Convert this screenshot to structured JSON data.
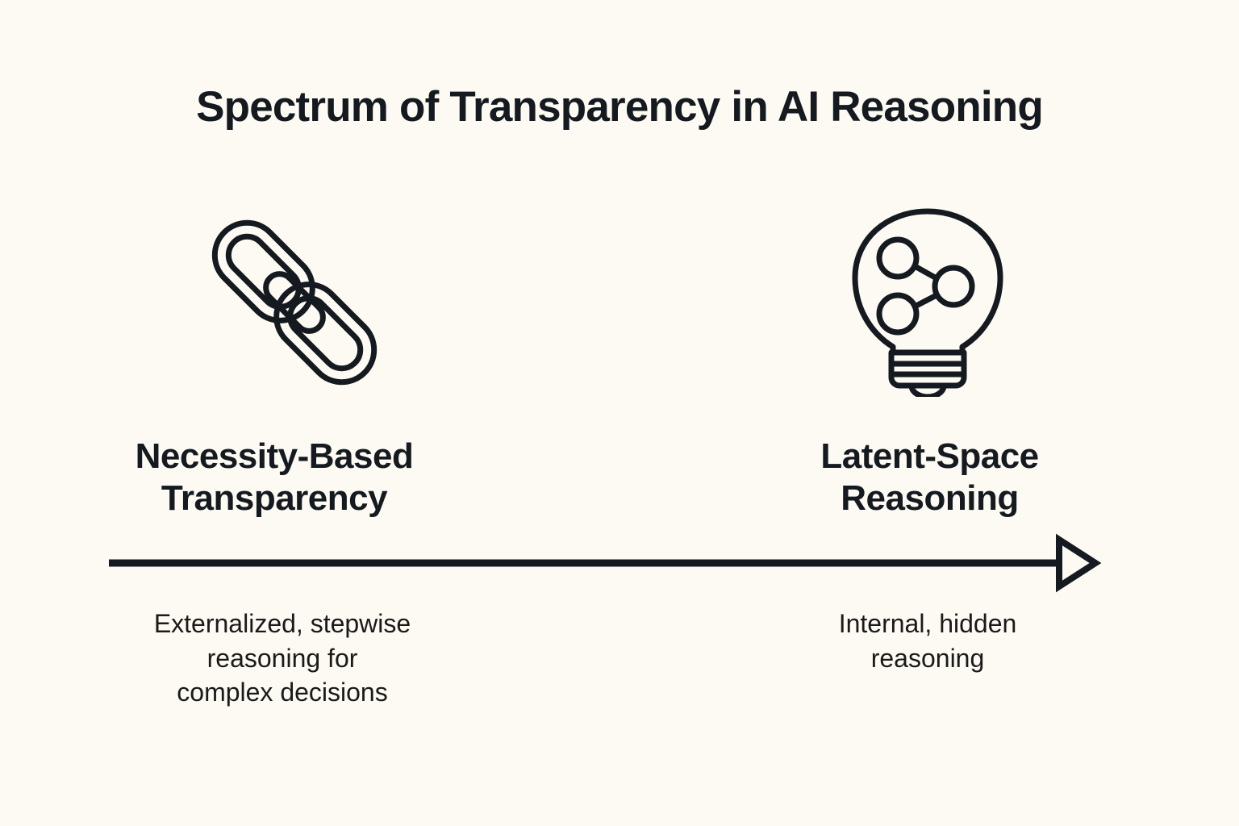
{
  "page": {
    "title": "Spectrum of Transparency in AI Reasoning",
    "background_color": "#FCFAF2",
    "ink_color": "#141A1F"
  },
  "poles": {
    "left": {
      "icon": "chain-link-icon",
      "heading_line1": "Necessity-Based",
      "heading_line2": "Transparency",
      "caption_line1": "Externalized, stepwise",
      "caption_line2": "reasoning for",
      "caption_line3": "complex decisions"
    },
    "right": {
      "icon": "lightbulb-network-icon",
      "heading_line1": "Latent-Space",
      "heading_line2": "Reasoning",
      "caption_line1": "Internal, hidden",
      "caption_line2": "reasoning"
    }
  },
  "axis": {
    "name": "spectrum-arrow",
    "direction": "left-to-right",
    "arrowhead": "open-triangle"
  }
}
